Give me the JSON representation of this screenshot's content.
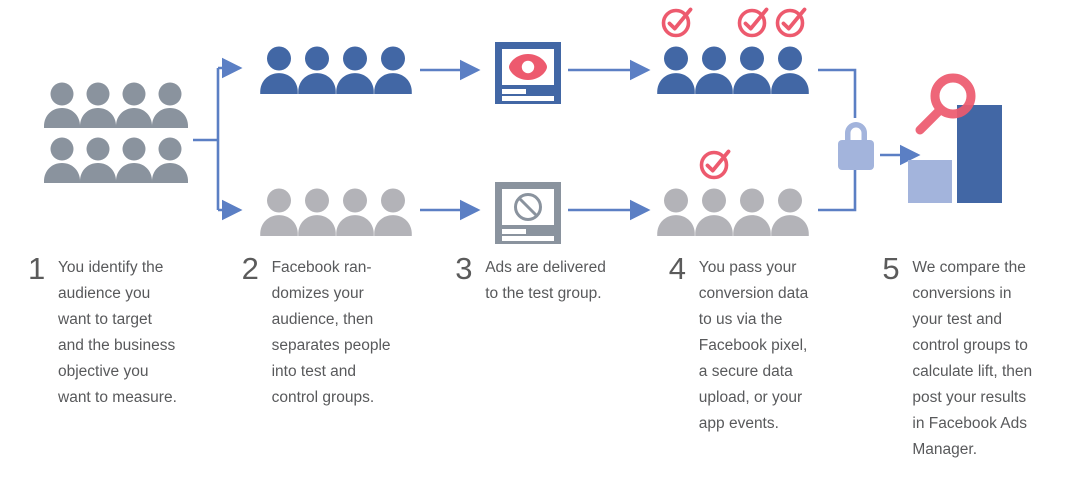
{
  "palette": {
    "blue_dark": "#4267A5",
    "blue_mid": "#4E76BB",
    "blue_light": "#A3B4DC",
    "blue_line": "#5B7FC4",
    "gray_dark": "#8A939E",
    "gray_light": "#B3B3B8",
    "gray_panel": "#8A939E",
    "red": "#ED5A6E",
    "text": "#58595b",
    "number": "#5b5b5b",
    "white": "#ffffff"
  },
  "diagram": {
    "title": "Facebook Conversion Lift five step process",
    "groups": {
      "audience": {
        "name": "total-audience",
        "rows": 2,
        "per_row": 4,
        "color": "#8A939E"
      },
      "test_group": {
        "name": "test-group",
        "count": 4,
        "color": "#4267A5",
        "checks_on": [
          1,
          3,
          4
        ]
      },
      "control_group": {
        "name": "control-group",
        "count": 4,
        "color": "#B3B3B8",
        "checks_on": [
          2
        ]
      }
    },
    "panels": {
      "ad_shown": {
        "icon": "eye-icon",
        "border": "#4267A5",
        "icon_color": "#ED5A6E"
      },
      "ad_withheld": {
        "icon": "no-entry-icon",
        "border": "#8A939E",
        "icon_color": "#8A939E"
      }
    },
    "lock": {
      "icon": "lock-icon",
      "color": "#A3B4DC"
    },
    "results": {
      "icon": "magnifier-icon",
      "magnifier_color": "#ED5A6E",
      "bars": [
        {
          "name": "control-bar",
          "height_pct": 37,
          "color": "#A3B4DC"
        },
        {
          "name": "test-bar",
          "height_pct": 83,
          "color": "#4267A5"
        }
      ]
    }
  },
  "steps": [
    {
      "number": "1",
      "text": "You identify the\naudience you\nwant to target\nand the business\nobjective you\nwant to measure."
    },
    {
      "number": "2",
      "text": "Facebook ran-\ndomizes your\naudience, then\nseparates people\ninto test and\ncontrol groups."
    },
    {
      "number": "3",
      "text": "Ads are delivered\nto the test group."
    },
    {
      "number": "4",
      "text": "You pass your\nconversion data\nto us via the\nFacebook pixel,\na secure data\nupload, or your\napp events."
    },
    {
      "number": "5",
      "text": "We compare the\nconversions in\nyour test and\ncontrol groups to\ncalculate lift, then\npost your results\nin Facebook Ads\nManager."
    }
  ]
}
